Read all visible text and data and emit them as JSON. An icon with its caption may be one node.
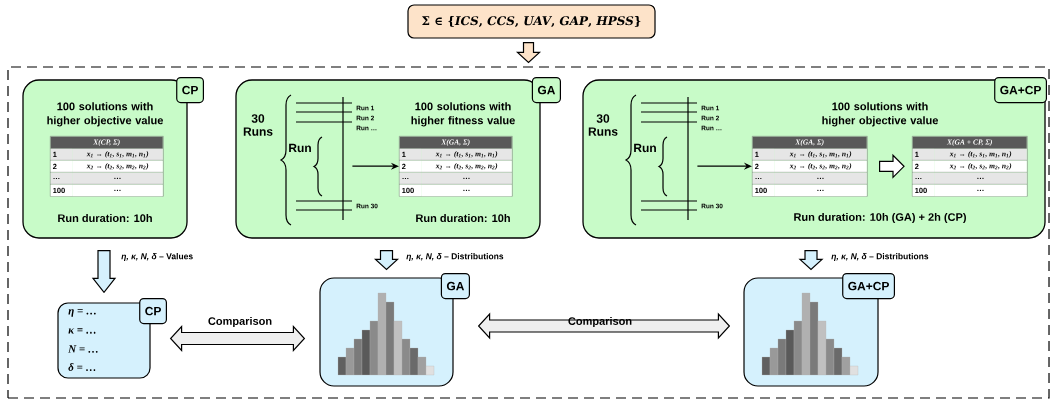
{
  "diagram": {
    "nodes": [
      {
        "text": [
          "Σ ∈ {*ICS*, *CCS*, *UAV*, *GAP*, *HPSS*}"
        ]
      },
      {
        "text": [],
        "shape": "box"
      },
      {
        "text": [
          "CP",
          "100 solutions with higher objective value",
          "Run duration: 10h"
        ],
        "in": 1
      },
      {
        "text": [
          "X(CP, Σ)",
          "1",
          "x$_{1}$ → (t$_{1}$, s$_{1}$, m$_{1}$, n$_{1}$)",
          "2",
          "x$_{2}$ → (t$_{2}$, s$_{2}$, m$_{2}$, n$_{2}$)",
          "…",
          "…",
          "100",
          "…"
        ],
        "in": 2
      },
      {
        "text": [
          "GA",
          "100 solutions with higher fitness value",
          "Run duration: 10h"
        ],
        "in": 1
      },
      {
        "text": [
          "30 Runs",
          "Run",
          "Run 1",
          "Run 2",
          "Run …",
          "Run 30"
        ],
        "in": 4
      },
      {
        "text": [
          "X(GA, Σ)",
          "1",
          "x$_{1}$ → (t$_{1}$, s$_{1}$, m$_{1}$, n$_{1}$)",
          "2",
          "x$_{2}$ → (t$_{2}$, s$_{2}$, m$_{2}$, n$_{2}$)",
          "…",
          "…",
          "100",
          "…"
        ],
        "in": 4
      },
      {
        "text": [
          "GA+CP",
          "100 solutions with higher objective value",
          "Run duration: 10h (GA) + 2h (CP)"
        ],
        "in": 1
      },
      {
        "text": [
          "30 Runs",
          "Run",
          "Run 1",
          "Run 2",
          "Run …",
          "Run 30"
        ],
        "in": 7
      },
      {
        "text": [
          "X(GA, Σ)",
          "1",
          "x$_{1}$ → (t$_{1}$, s$_{1}$, m$_{1}$, n$_{1}$)",
          "2",
          "x$_{2}$ → (t$_{2}$, s$_{2}$, m$_{2}$, n$_{2}$)",
          "…",
          "…",
          "100",
          "…"
        ],
        "in": 7
      },
      {
        "text": [
          "X(GA + CP, Σ)",
          "1",
          "x$_{1}$ → (t$_{1}$, s$_{1}$, m$_{1}$, n$_{1}$)",
          "2",
          "x$_{2}$ → (t$_{2}$, s$_{2}$, m$_{2}$, n$_{2}$)",
          "…",
          "…",
          "100",
          "…"
        ],
        "in": 7
      },
      {
        "text": [
          "CP",
          "η = …",
          "κ = …",
          "N = …",
          "δ = …"
        ],
        "in": 1
      },
      {
        "text": [
          "GA"
        ],
        "in": 1
      },
      {
        "text": [
          "GA+CP"
        ],
        "in": 1
      }
    ],
    "edges": [
      {
        "from": 0,
        "to": 1,
        "arrow": "to",
        "style": "thick"
      },
      {
        "from": 5,
        "to": 6,
        "arrow": "to"
      },
      {
        "from": 8,
        "to": 9,
        "arrow": "to"
      },
      {
        "from": 9,
        "to": 10,
        "arrow": "to",
        "style": "thick"
      },
      {
        "from": 2,
        "to": 11,
        "arrow": "to",
        "style": "thick",
        "label": "*η, κ, N, δ* – Values"
      },
      {
        "from": 4,
        "to": 12,
        "arrow": "to",
        "style": "thick",
        "label": "*η, κ, N, δ* – Distributions"
      },
      {
        "from": 7,
        "to": 13,
        "arrow": "to",
        "style": "thick",
        "label": "*η, κ, N, δ* – Distributions"
      },
      {
        "from": 11,
        "to": 12,
        "arrow": "both",
        "style": "thick",
        "label": "Comparison"
      },
      {
        "from": 12,
        "to": 13,
        "arrow": "both",
        "style": "thick",
        "label": "Comparison"
      }
    ]
  }
}
